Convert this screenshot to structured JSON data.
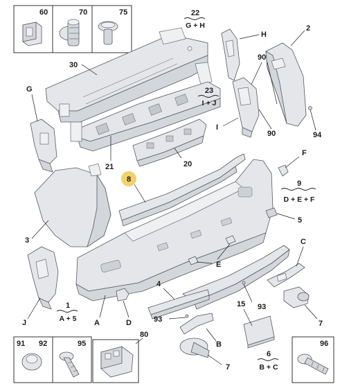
{
  "hardware_boxes": {
    "top_left": [
      "60",
      "70",
      "75"
    ],
    "bottom_left": [
      "91",
      "92",
      "95"
    ],
    "bottom_mid": [
      "80"
    ],
    "bottom_right": [
      "96"
    ]
  },
  "callouts": {
    "n22": "22",
    "GH": "G + H",
    "n23": "23",
    "IJ": "I + J",
    "n9": "9",
    "DEF": "D + E + F",
    "n1": "1",
    "A5": "A + 5",
    "n6": "6",
    "BC": "B + C",
    "H": "H",
    "n2": "2",
    "n90a": "90",
    "n90b": "90",
    "n94": "94",
    "n30": "30",
    "G": "G",
    "I": "I",
    "n21": "21",
    "n20": "20",
    "n8": "8",
    "F": "F",
    "n5": "5",
    "n3": "3",
    "C": "C",
    "E": "E",
    "n4": "4",
    "n93a": "93",
    "n93b": "93",
    "n15": "15",
    "n7a": "7",
    "n7b": "7",
    "J": "J",
    "A": "A",
    "D": "D",
    "B": "B"
  },
  "colors": {
    "highlight": "#f2d06b",
    "part": "#e4e6ea",
    "outline": "#55585e"
  }
}
